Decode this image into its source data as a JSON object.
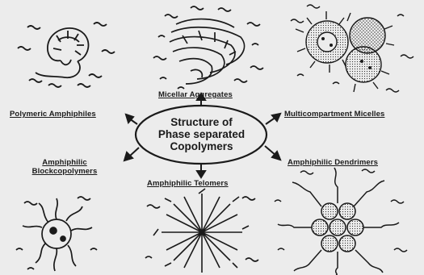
{
  "center": {
    "line1": "Structure of",
    "line2": "Phase separated",
    "line3": "Copolymers"
  },
  "labels": {
    "polymeric_amphiphiles": "Polymeric Amphiphiles",
    "micellar_aggregates": "Micellar Aggregates",
    "multicompartment_micelles": "Multicompartment Micelles",
    "amphiphilic_blockcopolymers_1": "Amphiphilic",
    "amphiphilic_blockcopolymers_2": "Blockcopolymers",
    "amphiphilic_telomers": "Amphiphilic Telomers",
    "amphiphilic_dendrimers": "Amphiphilic Dendrimers"
  }
}
